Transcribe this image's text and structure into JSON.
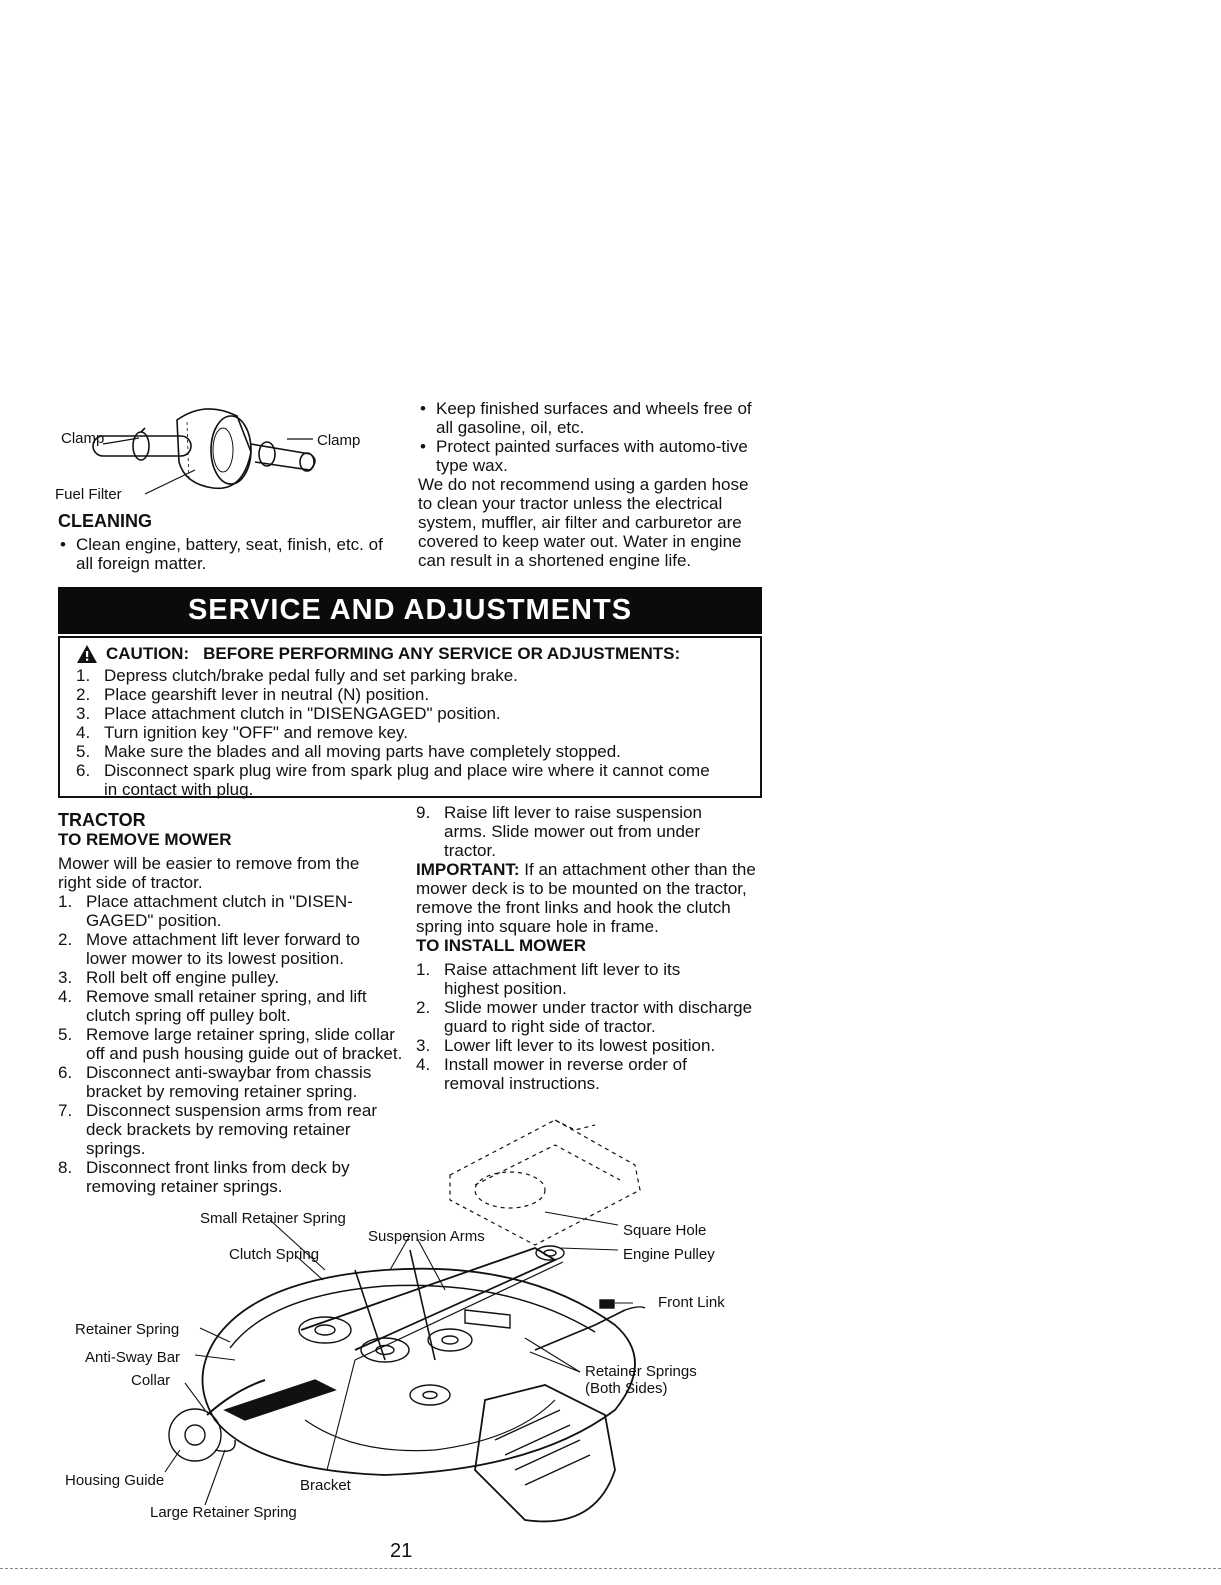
{
  "fuel_filter_figure": {
    "labels": {
      "clamp_left": "Clamp",
      "clamp_right": "Clamp",
      "fuel_filter": "Fuel Filter"
    }
  },
  "cleaning": {
    "heading": "CLEANING",
    "bullets": [
      "Clean engine, battery, seat, finish, etc. of all foreign matter."
    ]
  },
  "right_top": {
    "bullets": [
      "Keep finished surfaces and wheels free of all gasoline, oil, etc.",
      "Protect painted surfaces with automo-tive type wax."
    ],
    "paragraph": "We do not recommend using a garden hose to clean your tractor unless the electrical system, muffler, air filter and carburetor are covered to keep water out. Water in engine can result in a shortened engine life."
  },
  "banner": {
    "title": "SERVICE AND ADJUSTMENTS"
  },
  "caution": {
    "label": "CAUTION:",
    "title": "BEFORE PERFORMING ANY SERVICE OR ADJUSTMENTS:",
    "steps": [
      "Depress clutch/brake pedal fully and set parking brake.",
      "Place gearshift lever in neutral (N) position.",
      "Place attachment clutch in \"DISENGAGED\" position.",
      "Turn ignition key \"OFF\" and remove key.",
      "Make sure the blades and all moving parts have completely stopped.",
      "Disconnect spark plug wire from spark plug and place wire where it cannot come in contact with plug."
    ]
  },
  "tractor": {
    "heading": "TRACTOR",
    "remove_heading": "TO REMOVE MOWER",
    "remove_intro": "Mower will be easier to remove from the right side of tractor.",
    "remove_steps": [
      "Place attachment clutch in \"DISEN-GAGED\" position.",
      "Move attachment lift lever forward to lower mower to its lowest position.",
      "Roll belt off engine pulley.",
      "Remove small retainer spring, and lift clutch spring off pulley bolt.",
      "Remove large retainer spring, slide collar off and push housing guide out of bracket.",
      "Disconnect anti-swaybar from chassis bracket by removing retainer spring.",
      "Disconnect suspension arms from rear deck brackets by removing retainer springs.",
      "Disconnect front links from deck by removing retainer springs."
    ],
    "step9": "Raise lift lever to raise suspension arms. Slide mower out from under tractor.",
    "important_label": "IMPORTANT:",
    "important_text": " If an attachment other than the mower deck is to be mounted on the tractor, remove the front links and hook the clutch spring into square hole in frame.",
    "install_heading": "TO INSTALL MOWER",
    "install_steps": [
      "Raise attachment lift lever to its highest position.",
      "Slide mower under tractor with discharge guard to right side of tractor.",
      "Lower lift lever to its lowest position.",
      "Install mower in reverse order of removal instructions."
    ]
  },
  "mower_figure": {
    "labels": {
      "small_retainer_spring": "Small Retainer Spring",
      "clutch_spring": "Clutch Spring",
      "suspension_arms": "Suspension Arms",
      "square_hole": "Square Hole",
      "engine_pulley": "Engine Pulley",
      "front_link": "Front Link",
      "retainer_spring": "Retainer Spring",
      "anti_sway_bar": "Anti-Sway Bar",
      "collar": "Collar",
      "retainer_springs": "Retainer Springs",
      "both_sides": "(Both Sides)",
      "housing_guide": "Housing Guide",
      "bracket": "Bracket",
      "large_retainer_spring": "Large Retainer Spring"
    }
  },
  "page_number": "21"
}
